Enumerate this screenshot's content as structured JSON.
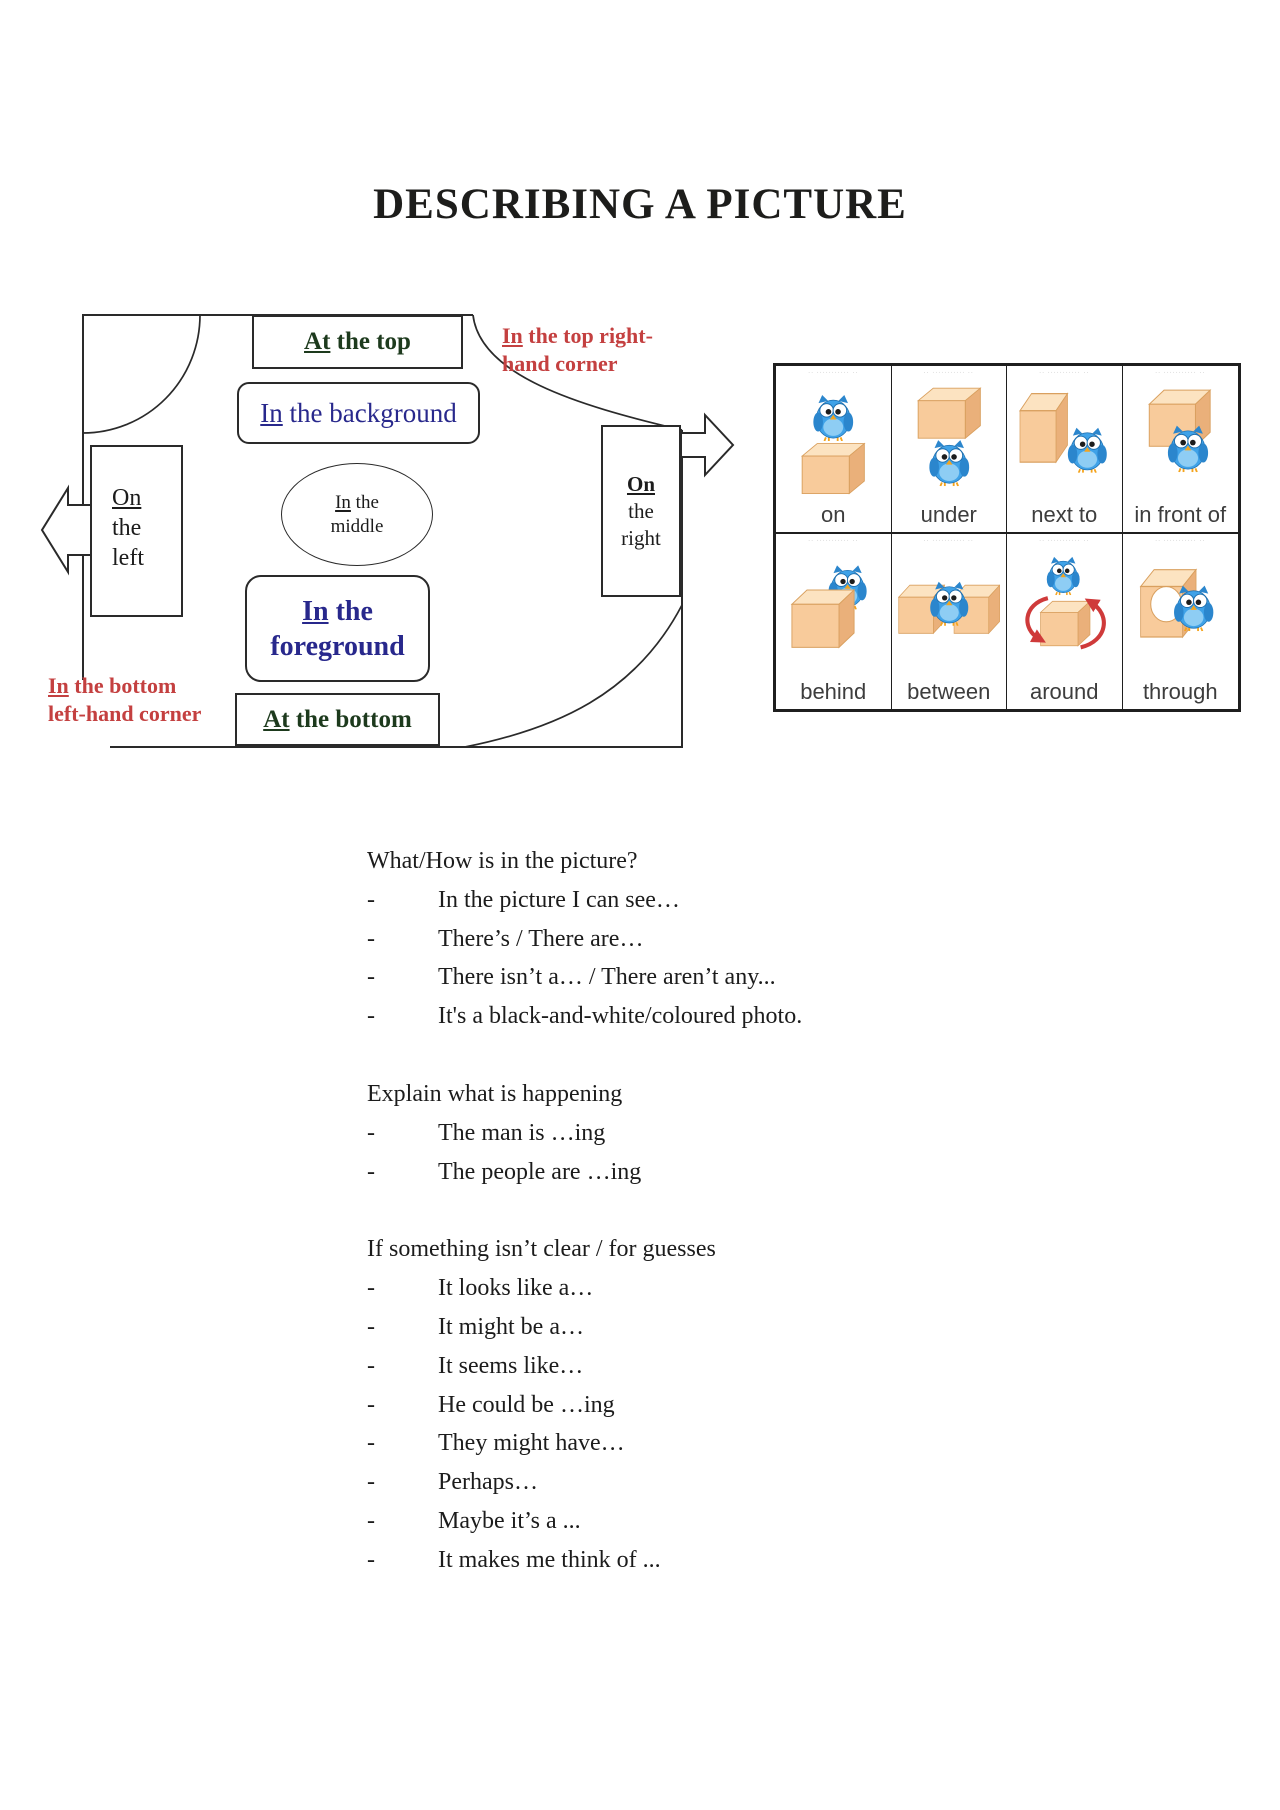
{
  "title": "DESCRIBING A PICTURE",
  "diagram": {
    "at_top": {
      "lead": "At",
      "rest": " the top"
    },
    "background": {
      "lead": "In",
      "rest": " the background"
    },
    "on_left": {
      "lead": "On",
      "l2": "the",
      "l3": "left"
    },
    "middle": {
      "lead": "In",
      "rest": " the",
      "l2": "middle"
    },
    "on_right": {
      "lead": "On",
      "l2": "the",
      "l3": "right"
    },
    "foreground": {
      "lead": "In",
      "rest": " the",
      "l2": "foreground"
    },
    "at_bottom": {
      "lead": "At",
      "rest": " the bottom"
    },
    "top_right": {
      "lead": "In",
      "rest": " the top right-",
      "l2": "hand corner"
    },
    "bottom_left": {
      "lead": "In",
      "rest": " the bottom",
      "l2": "left-hand corner"
    }
  },
  "cards": {
    "watermark": "·· ··········· ··",
    "row1": [
      "on",
      "under",
      "next to",
      "in front of"
    ],
    "row2": [
      "behind",
      "between",
      "around",
      "through"
    ]
  },
  "sections": [
    {
      "heading": "What/How is in the picture?",
      "items": [
        "In the picture I can see…",
        "There’s / There are…",
        "There isn’t a… / There aren’t any...",
        "It's a black-and-white/coloured photo."
      ]
    },
    {
      "heading": "Explain what is happening",
      "items": [
        "The man is …ing",
        "The people are …ing"
      ]
    },
    {
      "heading": "If something isn’t clear / for guesses",
      "items": [
        "It looks like a…",
        "It might be a…",
        "It seems like…",
        "He could be …ing",
        "They might have…",
        "Perhaps…",
        "Maybe it’s a ...",
        "It makes me think of ..."
      ]
    }
  ],
  "ui": {
    "dash": "-"
  },
  "colors": {
    "ink": "#1c1c1c",
    "line": "#2a2a2a",
    "green": "#1d3a1d",
    "navy": "#28288c",
    "red": "#c44040",
    "owl-blue": "#3fa2e8",
    "owl-dark": "#2b86cd",
    "owl-belly": "#8ecdf4",
    "owl-ring": "#1f6fae",
    "beak": "#f4a41e",
    "box-front": "#f8cb9b",
    "box-top": "#fce3c1",
    "box-side": "#eab07a",
    "box-edge": "#d9a05f",
    "label-gray": "#3d3d3d",
    "watermark-gray": "#b3b3b3",
    "around-red": "#cf3a3a"
  }
}
